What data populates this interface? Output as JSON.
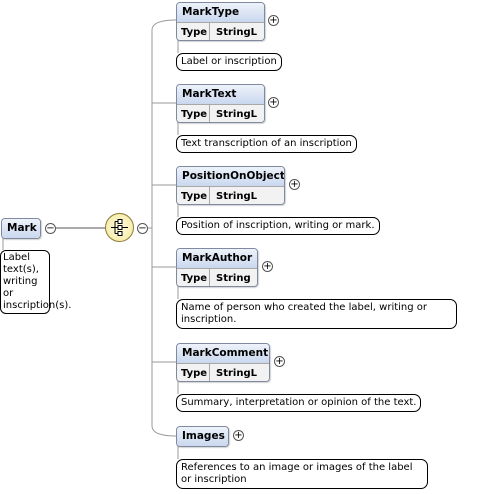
{
  "root": {
    "name": "Mark",
    "description": "Label text(s), writing or inscription(s).",
    "toggle": "−"
  },
  "sequence": {
    "icon": "sequence-compositor-icon",
    "toggle": "−"
  },
  "attribute_key": "Type",
  "expand_symbol": "+",
  "elements": [
    {
      "name": "MarkType",
      "type": "StringL",
      "description": "Label or inscription"
    },
    {
      "name": "MarkText",
      "type": "StringL",
      "description": "Text transcription of an inscription"
    },
    {
      "name": "PositionOnObject",
      "type": "StringL",
      "description": "Position of inscription, writing or mark."
    },
    {
      "name": "MarkAuthor",
      "type": "String",
      "description": "Name of person who created the label, writing or inscription."
    },
    {
      "name": "MarkComment",
      "type": "StringL",
      "description": "Summary, interpretation or opinion of the text."
    },
    {
      "name": "Images",
      "description": "References to an image or images of the label or inscription"
    }
  ],
  "colors": {
    "node_header": "#c9d7ee",
    "compositor": "#f4e79a",
    "line": "#9a9a9a"
  }
}
